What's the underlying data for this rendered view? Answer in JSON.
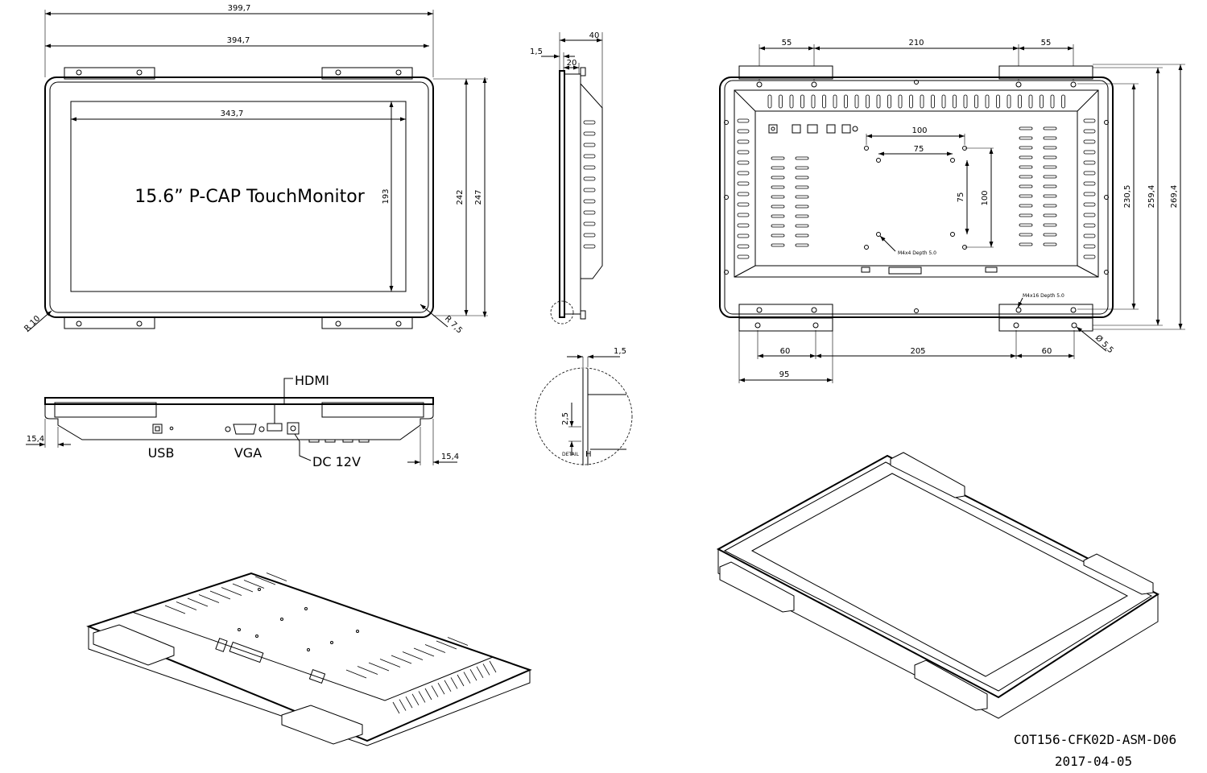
{
  "front_view": {
    "overall_width": "399,7",
    "bracket_span": "394,7",
    "active_width": "343,7",
    "active_height": "193",
    "outer_height_a": "242",
    "outer_height_b": "247",
    "radius_outer": "R 10",
    "radius_inner": "R 7,5",
    "product_title": "15.6” P-CAP TouchMonitor"
  },
  "side_view": {
    "depth_total": "40",
    "depth_front": "1,5",
    "depth_mid": "20"
  },
  "rear_view": {
    "top_left_span": "55",
    "top_mid_span": "210",
    "top_right_span": "55",
    "vesa_outer": "100",
    "vesa_inner": "75",
    "vesa_inner_v": "75",
    "vesa_outer_v": "100",
    "screw_note": "M4x4 Depth 5.0",
    "bracket_screw_note": "M4x16 Depth 5.0",
    "height_a": "230,5",
    "height_b": "259,4",
    "height_c": "269,4",
    "bottom_left_span": "60",
    "bottom_mid_span": "205",
    "bottom_right_span": "60",
    "bottom_offset": "95",
    "hole_diameter": "Ø 5,5"
  },
  "bottom_view": {
    "port_hdmi": "HDMI",
    "port_usb": "USB",
    "port_vga": "VGA",
    "port_dc": "DC 12V",
    "offset_left": "15,4",
    "offset_right": "15,4"
  },
  "detail_view": {
    "thickness": "1,5",
    "step": "2,5",
    "label": "DETAIL H",
    "label_small": "DETAIL",
    "label_letter": "H"
  },
  "title_block": {
    "drawing_number": "COT156-CFK02D-ASM-D06",
    "date": "2017-04-05"
  }
}
